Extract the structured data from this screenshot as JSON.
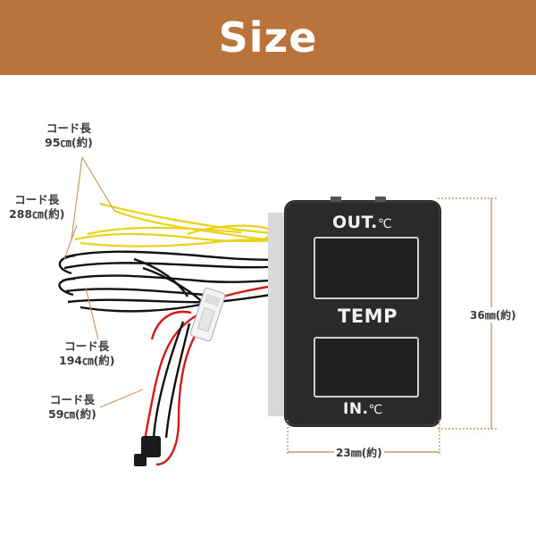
{
  "banner": {
    "title": "Size"
  },
  "cord_labels": [
    {
      "line1": "コード長",
      "line2": "95㎝(約)"
    },
    {
      "line1": "コード長",
      "line2": "288㎝(約)"
    },
    {
      "line1": "コード長",
      "line2": "194㎝(約)"
    },
    {
      "line1": "コード長",
      "line2": "59㎝(約)"
    }
  ],
  "device": {
    "out_label": "OUT.",
    "out_unit": "℃",
    "temp_label": "TEMP",
    "in_label": "IN.",
    "in_unit": "℃"
  },
  "dimensions": {
    "height": "36㎜(約)",
    "width": "23㎜(約)"
  },
  "colors": {
    "banner": "#b8743a",
    "dimension_line": "#c89a6a",
    "device_body": "#2a2a2a",
    "wire_yellow": "#e8d21a",
    "wire_black": "#111111",
    "wire_red": "#d21a1a"
  }
}
